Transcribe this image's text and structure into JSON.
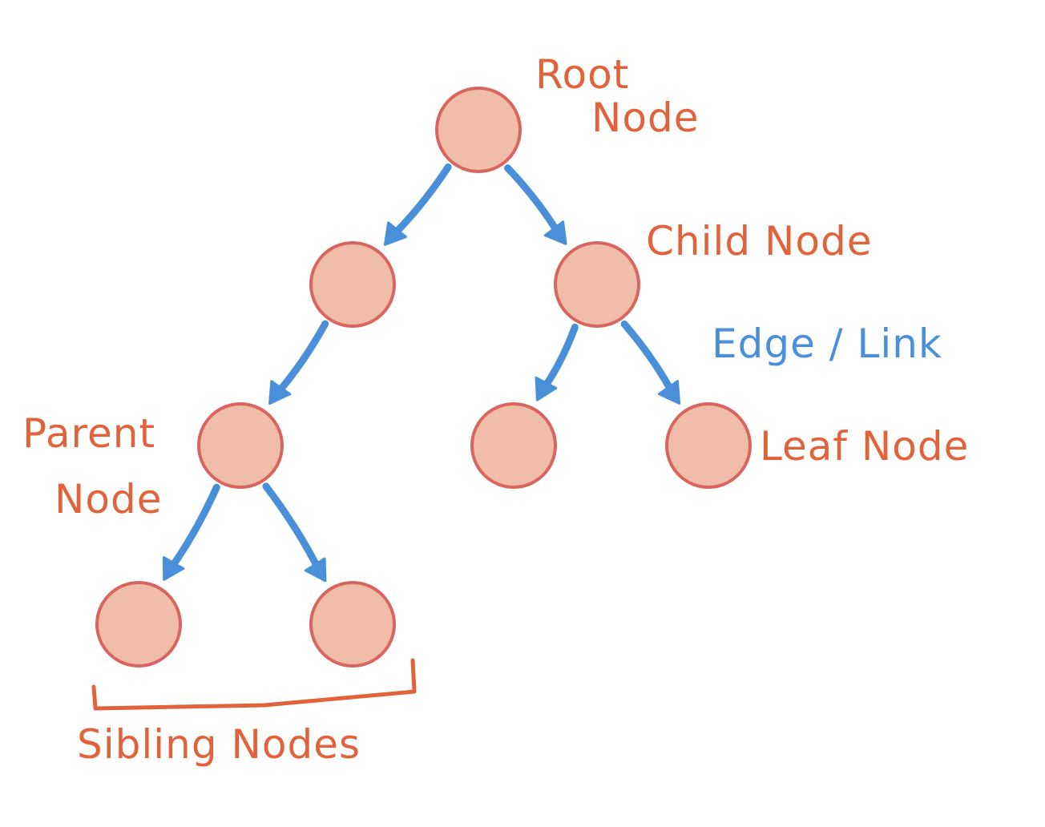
{
  "colors": {
    "node_fill": "#EFBDA8",
    "node_stroke": "#D9655F",
    "edge": "#4A90D9",
    "label_orange": "#E1633C",
    "label_blue": "#4A90D9",
    "background": "#FFFFFF"
  },
  "tree": {
    "nodes": [
      {
        "id": "root",
        "level": 0,
        "parent": null
      },
      {
        "id": "n1",
        "level": 1,
        "parent": "root"
      },
      {
        "id": "n2",
        "level": 1,
        "parent": "root"
      },
      {
        "id": "n3",
        "level": 2,
        "parent": "n1"
      },
      {
        "id": "n4",
        "level": 2,
        "parent": "n2"
      },
      {
        "id": "n5",
        "level": 2,
        "parent": "n2"
      },
      {
        "id": "n6",
        "level": 3,
        "parent": "n3"
      },
      {
        "id": "n7",
        "level": 3,
        "parent": "n3"
      }
    ],
    "edges": [
      {
        "from": "root",
        "to": "n1"
      },
      {
        "from": "root",
        "to": "n2"
      },
      {
        "from": "n1",
        "to": "n3"
      },
      {
        "from": "n2",
        "to": "n4"
      },
      {
        "from": "n2",
        "to": "n5"
      },
      {
        "from": "n3",
        "to": "n6"
      },
      {
        "from": "n3",
        "to": "n7"
      }
    ]
  },
  "labels": {
    "root_line1": "Root",
    "root_line2": "Node",
    "child": "Child Node",
    "edge_link": "Edge / Link",
    "parent_line1": "Parent",
    "parent_line2": "Node",
    "leaf": "Leaf Node",
    "siblings": "Sibling Nodes"
  }
}
